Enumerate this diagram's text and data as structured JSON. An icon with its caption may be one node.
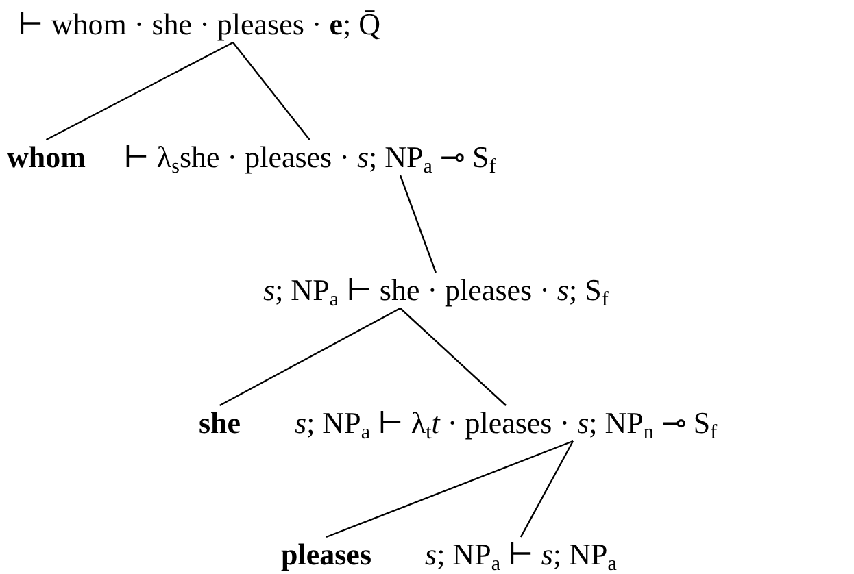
{
  "diagram": {
    "nodes": [
      {
        "text": [
          "⊢ whom · she · pleases · **e**; Q̄"
        ]
      },
      {
        "text": [
          "whom"
        ]
      },
      {
        "text": [
          "⊢ λ$_{s}$she · pleases · *s*; NP$_{a}$ ⊸ S$_{f}$"
        ]
      },
      {
        "text": [
          "*s*; NP$_{a}$ ⊢ she · pleases · *s*; S$_{f}$"
        ]
      },
      {
        "text": [
          "she"
        ]
      },
      {
        "text": [
          "*s*; NP$_{a}$ ⊢ λ$_{t}$*t* · pleases · *s*; NP$_{n}$ ⊸ S$_{f}$"
        ]
      },
      {
        "text": [
          "pleases"
        ]
      },
      {
        "text": [
          "*s*; NP$_{a}$ ⊢ *s*; NP$_{a}$"
        ]
      }
    ],
    "edges": [
      {
        "from": 0,
        "to": 1,
        "arrow": "none"
      },
      {
        "from": 0,
        "to": 2,
        "arrow": "none"
      },
      {
        "from": 2,
        "to": 3,
        "arrow": "none"
      },
      {
        "from": 3,
        "to": 4,
        "arrow": "none"
      },
      {
        "from": 3,
        "to": 5,
        "arrow": "none"
      },
      {
        "from": 5,
        "to": 6,
        "arrow": "none"
      },
      {
        "from": 5,
        "to": 7,
        "arrow": "none"
      }
    ]
  }
}
